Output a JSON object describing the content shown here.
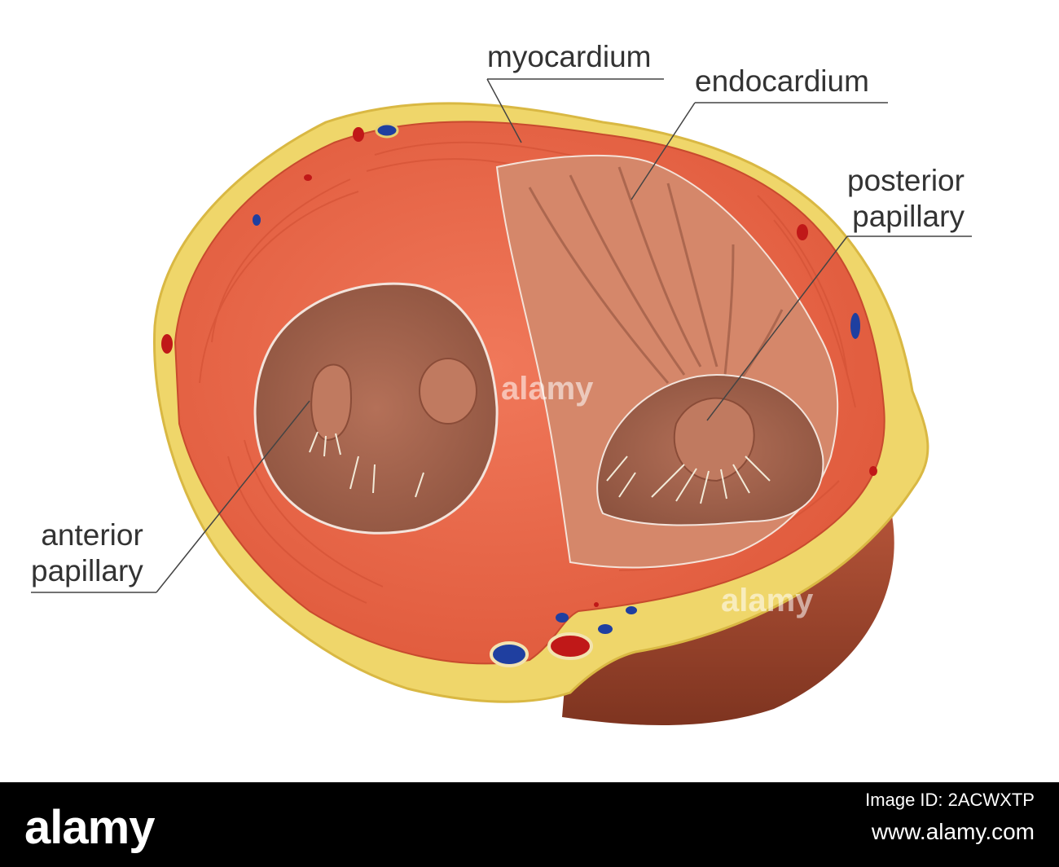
{
  "labels": {
    "myocardium": "myocardium",
    "endocardium": "endocardium",
    "posterior_papillary": [
      "posterior",
      "papillary"
    ],
    "anterior_papillary": [
      "anterior",
      "papillary"
    ]
  },
  "watermark": "alamy",
  "footer": {
    "brand": "alamy",
    "image_id_label": "Image ID: 2ACWXTP",
    "url": "www.alamy.com"
  },
  "colors": {
    "fat": "#efd66a",
    "myocardium": "#ea6848",
    "endocardium": "#c98060",
    "cavity": "#a86a52",
    "apex": "#a9482c",
    "vein": "#1f3fa0",
    "artery": "#c01818"
  }
}
